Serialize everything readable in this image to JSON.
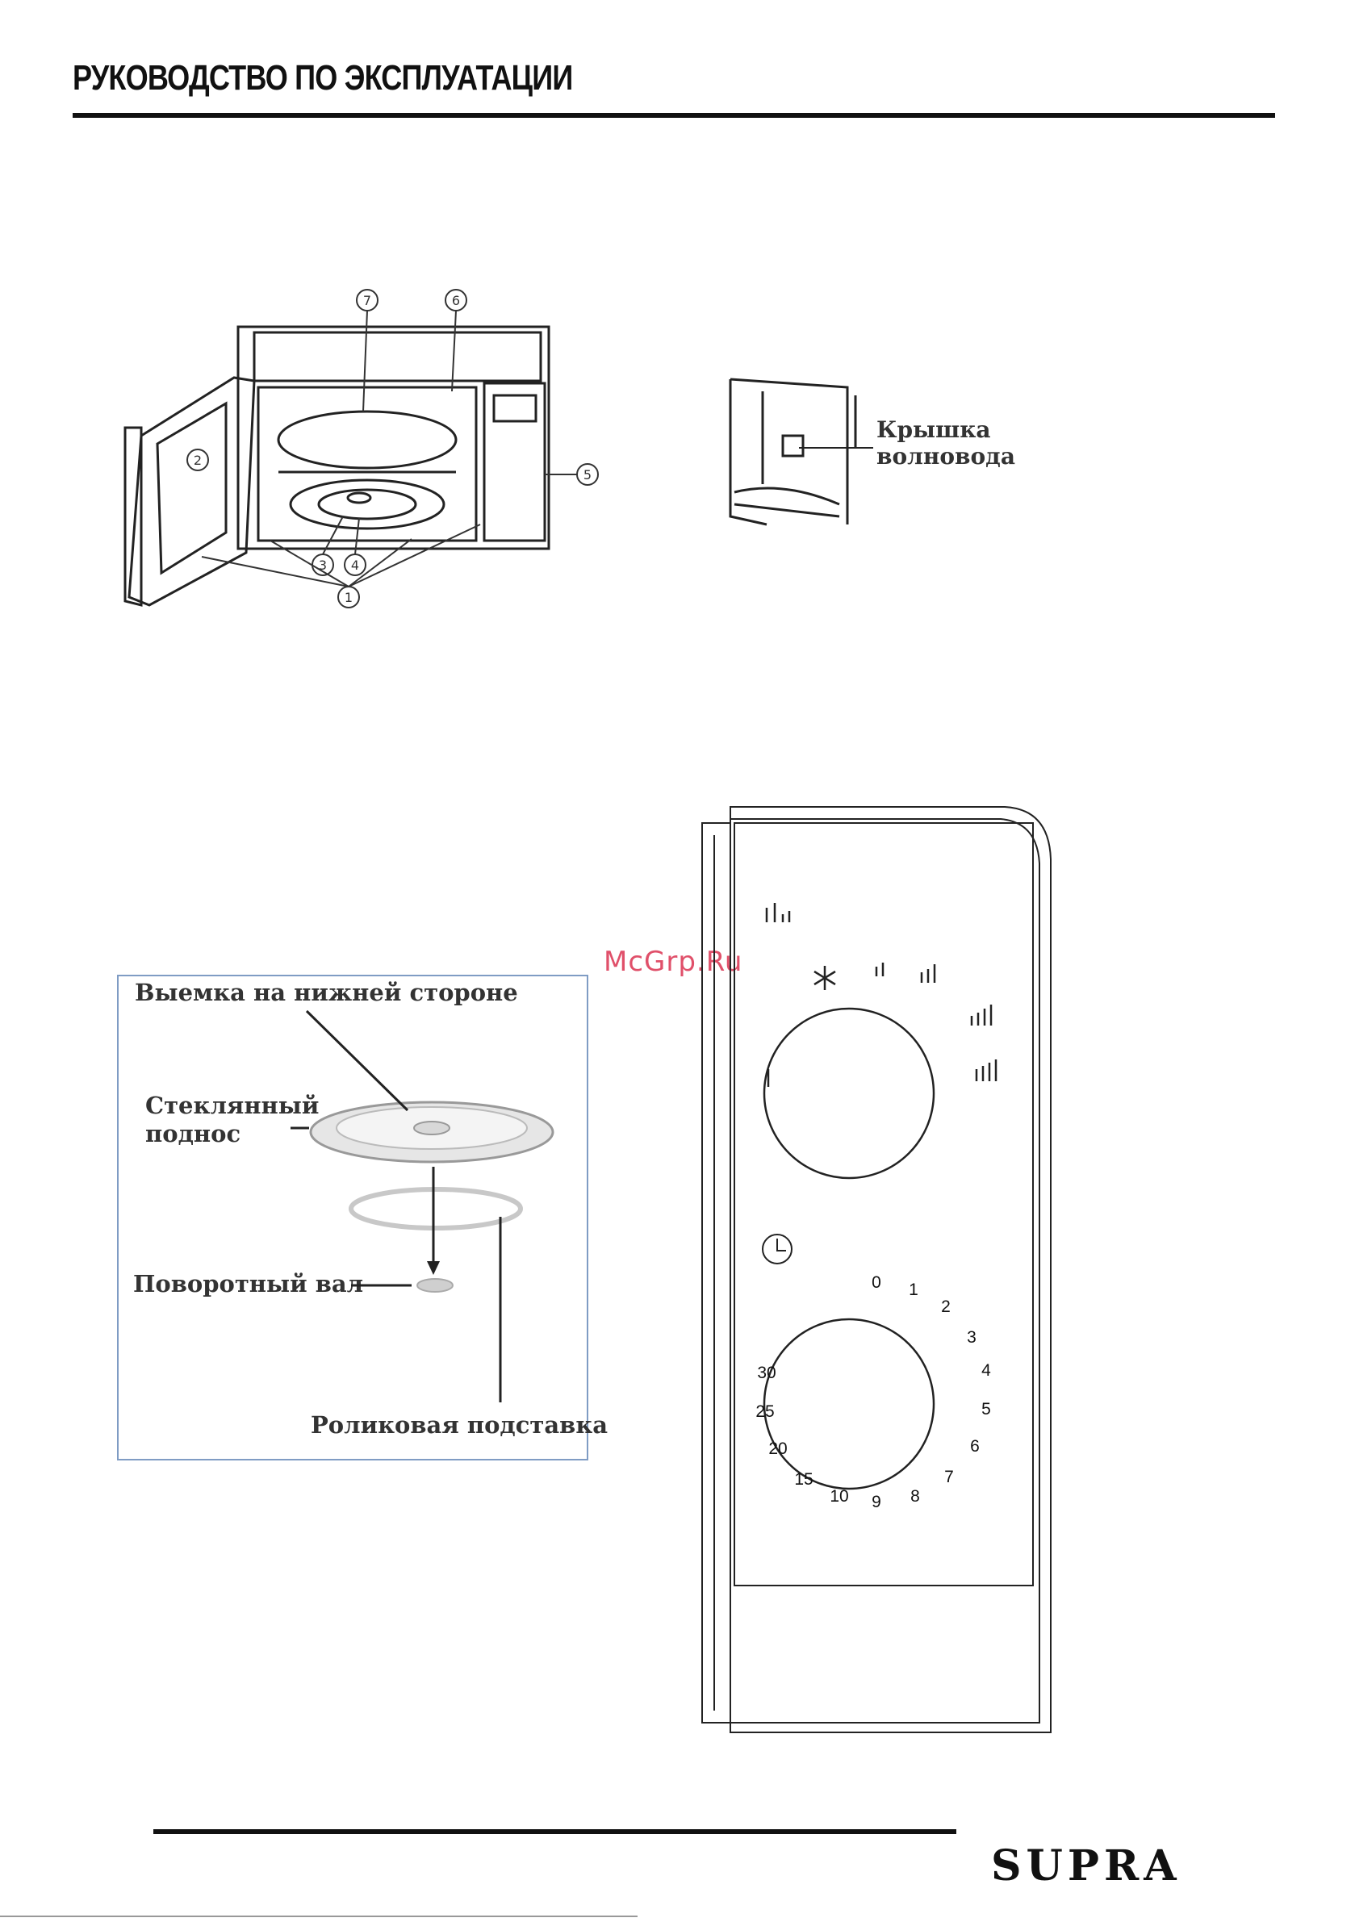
{
  "header": {
    "title": "РУКОВОДСТВО ПО ЭКСПЛУАТАЦИИ"
  },
  "oven_diagram": {
    "callouts": [
      "1",
      "2",
      "3",
      "4",
      "5",
      "6",
      "7"
    ]
  },
  "waveguide": {
    "label_line1": "Крышка",
    "label_line2": "волновода"
  },
  "watermark": {
    "text": "McGrp.Ru"
  },
  "turntable": {
    "notch_label": "Выемка на нижней стороне",
    "tray_label_line1": "Стеклянный",
    "tray_label_line2": "поднос",
    "shaft_label": "Поворотный вал",
    "roller_label": "Роликовая подставка"
  },
  "control_panel": {
    "power_icon": "snowflake-icon",
    "timer_icon": "clock-icon",
    "timer_ticks": [
      "0",
      "1",
      "2",
      "3",
      "4",
      "5",
      "6",
      "7",
      "8",
      "9",
      "10",
      "15",
      "20",
      "25",
      "30"
    ]
  },
  "footer": {
    "logo": "SUPRA"
  }
}
